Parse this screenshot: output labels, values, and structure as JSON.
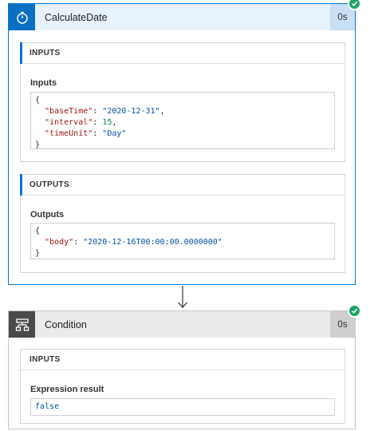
{
  "step1": {
    "title": "CalculateDate",
    "duration": "0s",
    "status": "succeeded",
    "inputs_header": "INPUTS",
    "inputs_label": "Inputs",
    "inputs": {
      "open": "{",
      "close": "}",
      "entries": [
        {
          "key": "\"baseTime\"",
          "colon": ": ",
          "value": "\"2020-12-31\"",
          "comma": ","
        },
        {
          "key": "\"interval\"",
          "colon": ": ",
          "value": "15",
          "comma": ","
        },
        {
          "key": "\"timeUnit\"",
          "colon": ": ",
          "value": "\"Day\"",
          "comma": ""
        }
      ]
    },
    "outputs_header": "OUTPUTS",
    "outputs_label": "Outputs",
    "outputs": {
      "open": "{",
      "close": "}",
      "entries": [
        {
          "key": "\"body\"",
          "colon": ": ",
          "value": "\"2020-12-16T00:00:00.0000000\"",
          "comma": ""
        }
      ]
    }
  },
  "step2": {
    "title": "Condition",
    "duration": "0s",
    "status": "succeeded",
    "inputs_header": "INPUTS",
    "expression_label": "Expression result",
    "expression_value": "false"
  },
  "colors": {
    "accent": "#0078d4",
    "success": "#21a366",
    "step1_icon_bg": "#0a6fc2",
    "step2_icon_bg": "#4a4a4a"
  },
  "icons": {
    "step1": "stopwatch-icon",
    "step2": "condition-icon",
    "status": "checkmark-icon",
    "connector": "arrow-down-icon"
  }
}
